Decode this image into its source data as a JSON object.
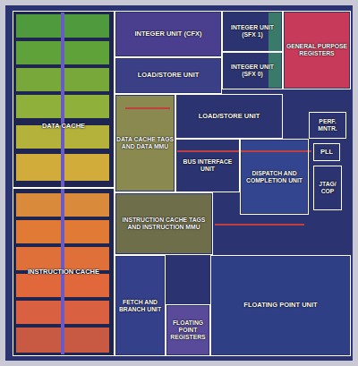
{
  "diagram": {
    "nodes": [
      {
        "text": [
          "INTEGER UNIT (CFX)"
        ]
      },
      {
        "text": [
          "INTEGER UNIT (SFX 1)"
        ]
      },
      {
        "text": [
          "GENERAL PURPOSE REGISTERS"
        ]
      },
      {
        "text": [
          "DATA CACHE"
        ]
      },
      {
        "text": [
          "LOAD/STORE UNIT"
        ]
      },
      {
        "text": [
          "INTEGER UNIT (SFX 0)"
        ]
      },
      {
        "text": [
          "PERF. MNTR."
        ]
      },
      {
        "text": [
          "DATA CACHE TAGS AND DATA MMU"
        ]
      },
      {
        "text": [
          "LOAD/STORE UNIT"
        ]
      },
      {
        "text": [
          "BUS INTERFACE UNIT"
        ]
      },
      {
        "text": [
          "DISPATCH AND COMPLETION UNIT"
        ]
      },
      {
        "text": [
          "PLL"
        ]
      },
      {
        "text": [
          "JTAG/ COP"
        ]
      },
      {
        "text": [
          "INSTRUCTION CACHE"
        ]
      },
      {
        "text": [
          "INSTRUCTION CACHE TAGS AND INSTRUCTION MMU"
        ]
      },
      {
        "text": [
          "FETCH AND BRANCH UNIT"
        ]
      },
      {
        "text": [
          "FLOATING POINT REGISTERS"
        ]
      },
      {
        "text": [
          "FLOATING POINT UNIT"
        ]
      }
    ]
  }
}
